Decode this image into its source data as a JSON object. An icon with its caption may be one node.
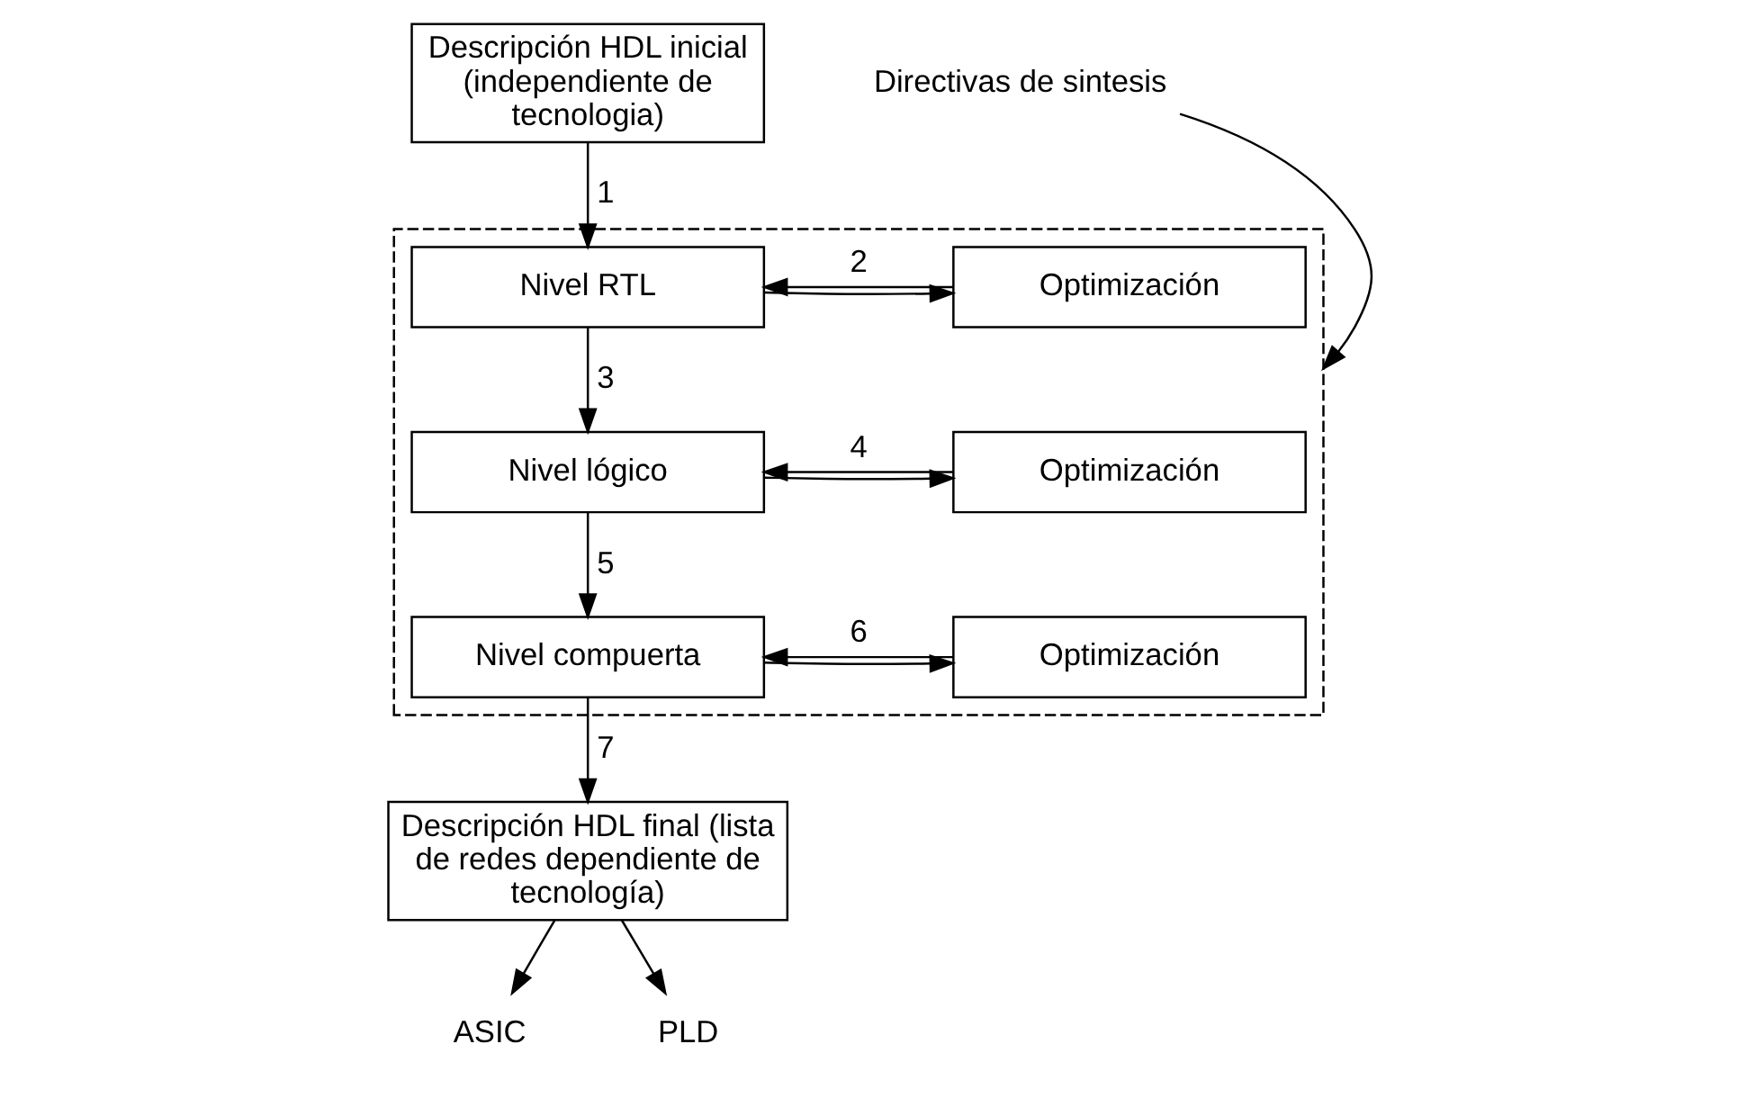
{
  "diagram": {
    "nodes": [
      {
        "text": [
          "Descripción HDL inicial (independiente de tecnologia)"
        ]
      },
      {
        "text": [],
        "shape": "box"
      },
      {
        "text": [
          "Nivel RTL"
        ],
        "in": 1
      },
      {
        "text": [
          "Optimización"
        ],
        "in": 1
      },
      {
        "text": [
          "Nivel lógico"
        ],
        "in": 1
      },
      {
        "text": [
          "Optimización"
        ],
        "in": 1
      },
      {
        "text": [
          "Nivel compuerta"
        ],
        "in": 1
      },
      {
        "text": [
          "Optimización"
        ],
        "in": 1
      },
      {
        "text": [
          "Descripción HDL final (lista de redes dependiente de tecnología)"
        ]
      },
      {
        "text": [
          "ASIC"
        ]
      },
      {
        "text": [
          "PLD"
        ]
      },
      {
        "text": [
          "Directivas de sintesis"
        ]
      }
    ],
    "edges": [
      {
        "from": 0,
        "to": 2,
        "arrow": "to",
        "label": "1"
      },
      {
        "from": 3,
        "to": 2,
        "arrow": "to",
        "label": "2"
      },
      {
        "from": 2,
        "to": 3,
        "arrow": "to"
      },
      {
        "from": 2,
        "to": 4,
        "arrow": "to",
        "label": "3"
      },
      {
        "from": 5,
        "to": 4,
        "arrow": "to",
        "label": "4"
      },
      {
        "from": 4,
        "to": 5,
        "arrow": "to"
      },
      {
        "from": 4,
        "to": 6,
        "arrow": "to",
        "label": "5"
      },
      {
        "from": 7,
        "to": 6,
        "arrow": "to",
        "label": "6"
      },
      {
        "from": 6,
        "to": 7,
        "arrow": "to"
      },
      {
        "from": 6,
        "to": 8,
        "arrow": "to",
        "label": "7"
      },
      {
        "from": 8,
        "to": 9,
        "arrow": "to"
      },
      {
        "from": 8,
        "to": 10,
        "arrow": "to"
      },
      {
        "from": 11,
        "to": 1,
        "arrow": "to"
      }
    ]
  }
}
